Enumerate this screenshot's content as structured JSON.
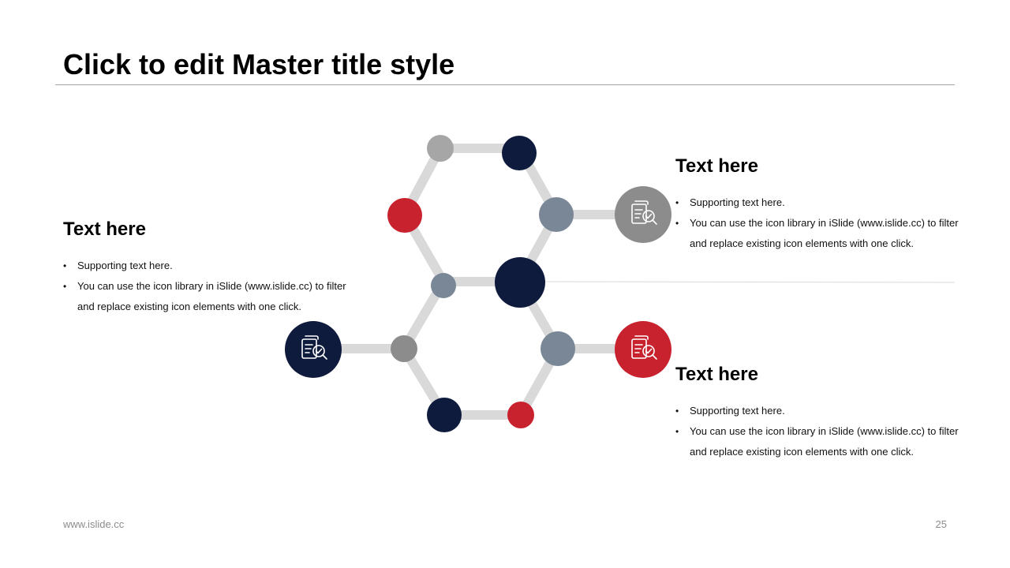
{
  "slide": {
    "title": "Click to edit Master title style",
    "footer_url": "www.islide.cc",
    "page_number": "25"
  },
  "colors": {
    "navy": "#0f1b3d",
    "red": "#c8222f",
    "slate": "#7a8797",
    "gray": "#8c8c8c",
    "light_gray": "#a6a6a6",
    "connector": "#d9d9d9"
  },
  "icons": {
    "left": "document-search-check-icon",
    "top_right": "document-search-check-icon",
    "bottom_right": "document-search-check-icon"
  },
  "blocks": {
    "left": {
      "heading": "Text here",
      "bullets": [
        "Supporting text here.",
        "You can use the icon library in iSlide  (www.islide.cc) to filter and replace existing icon elements with one click."
      ]
    },
    "top_right": {
      "heading": "Text here",
      "bullets": [
        "Supporting text here.",
        "You can use the icon library in iSlide  (www.islide.cc) to filter and replace existing icon elements with one click."
      ]
    },
    "bottom_right": {
      "heading": "Text here",
      "bullets": [
        "Supporting text here.",
        "You can use the icon library in iSlide  (www.islide.cc) to filter and replace existing icon elements with one click."
      ]
    }
  }
}
